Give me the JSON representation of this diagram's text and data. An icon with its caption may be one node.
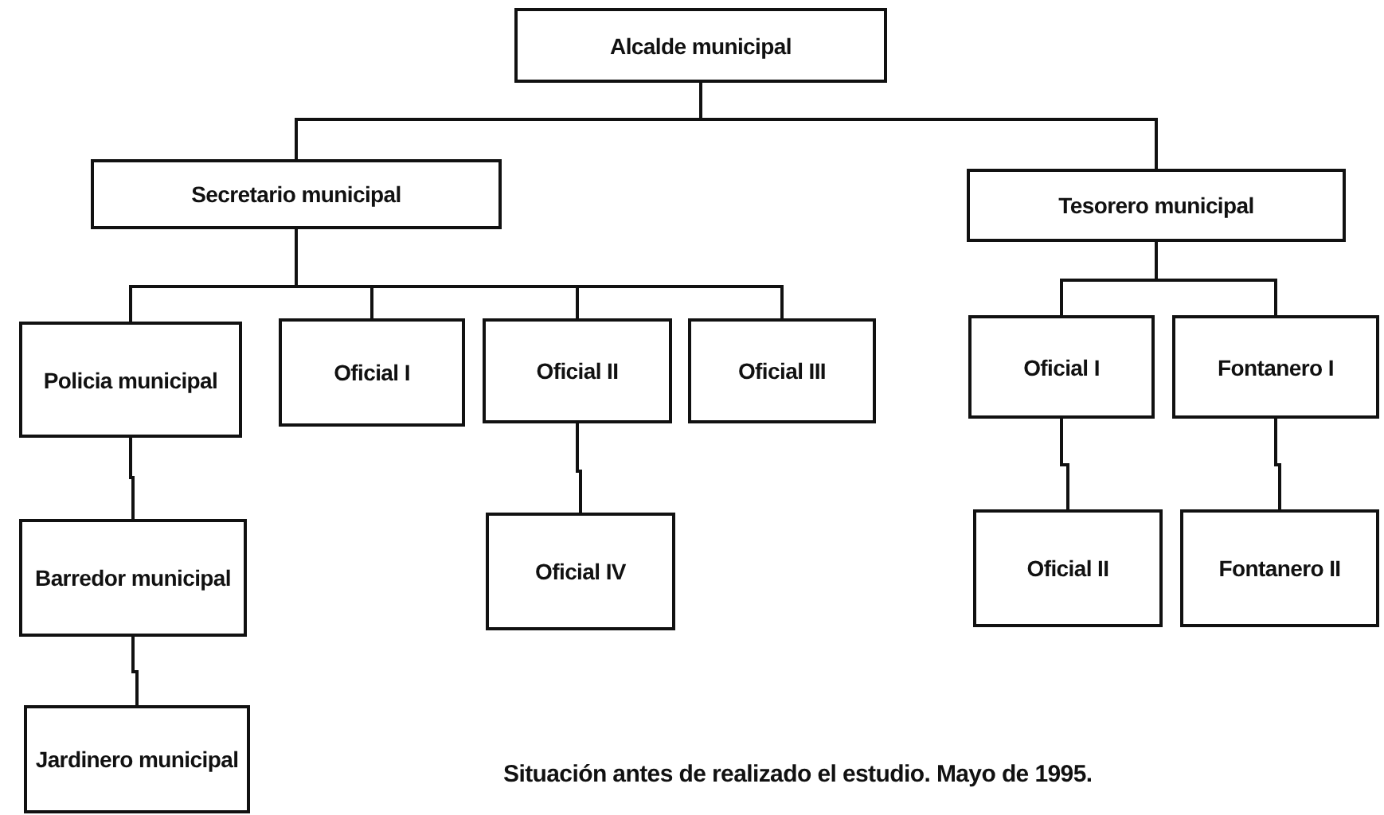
{
  "diagram": {
    "caption": "Situación antes de realizado el estudio. Mayo de 1995.",
    "nodes": [
      {
        "text": [
          "Alcalde municipal"
        ]
      },
      {
        "text": [
          "Secretario municipal"
        ]
      },
      {
        "text": [
          "Tesorero municipal"
        ]
      },
      {
        "text": [
          "Policia municipal"
        ]
      },
      {
        "text": [
          "Oficial I"
        ]
      },
      {
        "text": [
          "Oficial II"
        ]
      },
      {
        "text": [
          "Oficial III"
        ]
      },
      {
        "text": [
          "Oficial I"
        ]
      },
      {
        "text": [
          "Fontanero I"
        ]
      },
      {
        "text": [
          "Barredor municipal"
        ]
      },
      {
        "text": [
          "Oficial IV"
        ]
      },
      {
        "text": [
          "Oficial II"
        ]
      },
      {
        "text": [
          "Fontanero II"
        ]
      },
      {
        "text": [
          "Jardinero municipal"
        ]
      }
    ],
    "edges": [
      {
        "from": 0,
        "to": 1,
        "arrow": "none"
      },
      {
        "from": 0,
        "to": 2,
        "arrow": "none"
      },
      {
        "from": 1,
        "to": 3,
        "arrow": "none"
      },
      {
        "from": 1,
        "to": 4,
        "arrow": "none"
      },
      {
        "from": 1,
        "to": 5,
        "arrow": "none"
      },
      {
        "from": 1,
        "to": 6,
        "arrow": "none"
      },
      {
        "from": 2,
        "to": 7,
        "arrow": "none"
      },
      {
        "from": 2,
        "to": 8,
        "arrow": "none"
      },
      {
        "from": 3,
        "to": 9,
        "arrow": "none"
      },
      {
        "from": 5,
        "to": 10,
        "arrow": "none"
      },
      {
        "from": 7,
        "to": 11,
        "arrow": "none"
      },
      {
        "from": 8,
        "to": 12,
        "arrow": "none"
      },
      {
        "from": 9,
        "to": 13,
        "arrow": "none"
      }
    ]
  }
}
